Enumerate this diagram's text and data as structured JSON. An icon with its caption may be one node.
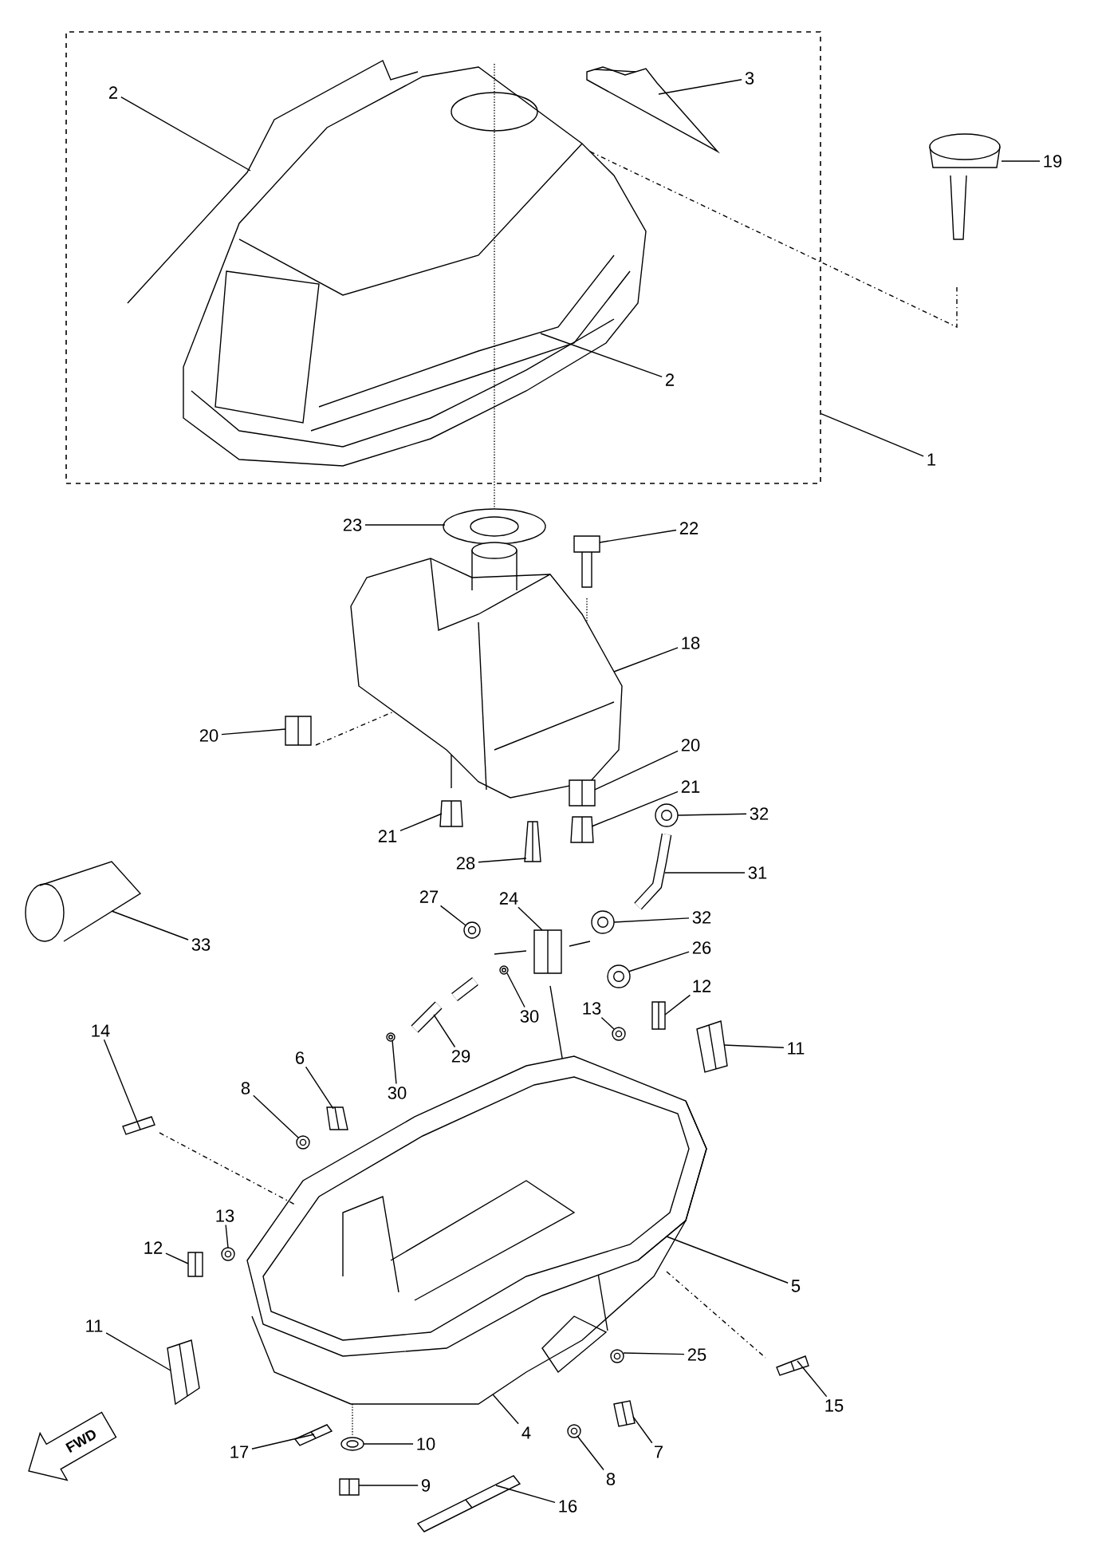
{
  "diagram": {
    "nodes": [
      {
        "text": [],
        "shape": "box"
      },
      {
        "text": [
          "2"
        ],
        "in": 0
      },
      {
        "text": [
          "3"
        ],
        "in": 0
      },
      {
        "text": [
          "19"
        ]
      },
      {
        "text": [
          "2"
        ],
        "in": 0
      },
      {
        "text": [
          "1"
        ]
      },
      {
        "text": [
          "23"
        ]
      },
      {
        "text": [
          "22"
        ]
      },
      {
        "text": [
          "18"
        ]
      },
      {
        "text": [
          "20"
        ]
      },
      {
        "text": [
          "20"
        ]
      },
      {
        "text": [
          "21"
        ]
      },
      {
        "text": [
          "32"
        ]
      },
      {
        "text": [
          "21"
        ]
      },
      {
        "text": [
          "28"
        ]
      },
      {
        "text": [
          "31"
        ]
      },
      {
        "text": [
          "33"
        ]
      },
      {
        "text": [
          "27"
        ]
      },
      {
        "text": [
          "24"
        ]
      },
      {
        "text": [
          "32"
        ]
      },
      {
        "text": [
          "26"
        ]
      },
      {
        "text": [
          "30"
        ]
      },
      {
        "text": [
          "13"
        ]
      },
      {
        "text": [
          "12"
        ]
      },
      {
        "text": [
          "14"
        ]
      },
      {
        "text": [
          "6"
        ]
      },
      {
        "text": [
          "11"
        ]
      },
      {
        "text": [
          "8"
        ]
      },
      {
        "text": [
          "29"
        ]
      },
      {
        "text": [
          "30"
        ]
      },
      {
        "text": [
          "13"
        ]
      },
      {
        "text": [
          "12"
        ]
      },
      {
        "text": [
          "11"
        ]
      },
      {
        "text": [
          "5"
        ]
      },
      {
        "text": [
          "25"
        ]
      },
      {
        "text": [
          "15"
        ]
      },
      {
        "text": [
          "4"
        ]
      },
      {
        "text": [
          "7"
        ]
      },
      {
        "text": [
          "17"
        ]
      },
      {
        "text": [
          "10"
        ]
      },
      {
        "text": [
          "8"
        ]
      },
      {
        "text": [
          "9"
        ]
      },
      {
        "text": [
          "16"
        ]
      },
      {
        "text": [],
        "shape": "picture",
        "in": 0
      },
      {
        "text": [],
        "shape": "picture",
        "in": 0
      },
      {
        "text": [],
        "shape": "picture"
      },
      {
        "text": [],
        "shape": "picture",
        "in": 0
      },
      {
        "text": [],
        "shape": "picture"
      },
      {
        "text": [],
        "shape": "picture"
      },
      {
        "text": [],
        "shape": "picture"
      },
      {
        "text": [],
        "shape": "picture"
      },
      {
        "text": [],
        "shape": "picture"
      },
      {
        "text": [],
        "shape": "picture"
      },
      {
        "text": [],
        "shape": "picture"
      },
      {
        "text": [],
        "shape": "picture"
      },
      {
        "text": [],
        "shape": "picture"
      },
      {
        "text": [],
        "shape": "picture"
      },
      {
        "text": [],
        "shape": "picture"
      },
      {
        "text": [],
        "shape": "picture"
      },
      {
        "text": [],
        "shape": "picture"
      },
      {
        "text": [],
        "shape": "picture"
      },
      {
        "text": [],
        "shape": "picture"
      },
      {
        "text": [],
        "shape": "picture"
      },
      {
        "text": [],
        "shape": "picture"
      },
      {
        "text": [],
        "shape": "picture"
      },
      {
        "text": [],
        "shape": "picture"
      },
      {
        "text": [],
        "shape": "picture"
      },
      {
        "text": [],
        "shape": "picture"
      },
      {
        "text": [],
        "shape": "picture"
      },
      {
        "text": [],
        "shape": "picture"
      },
      {
        "text": [],
        "shape": "picture"
      },
      {
        "text": [],
        "shape": "picture"
      },
      {
        "text": [],
        "shape": "picture"
      },
      {
        "text": [],
        "shape": "picture"
      },
      {
        "text": [],
        "shape": "picture"
      },
      {
        "text": [],
        "shape": "picture"
      },
      {
        "text": [],
        "shape": "picture"
      },
      {
        "text": [],
        "shape": "picture"
      },
      {
        "text": [],
        "shape": "picture"
      },
      {
        "text": [],
        "shape": "picture"
      },
      {
        "text": [],
        "shape": "picture"
      },
      {
        "text": [],
        "shape": "picture"
      },
      {
        "text": [],
        "shape": "picture"
      },
      {
        "text": [],
        "shape": "picture"
      }
    ],
    "edges": [
      {
        "from": 1,
        "to": 43,
        "arrow": "none"
      },
      {
        "from": 2,
        "to": 44,
        "arrow": "none"
      },
      {
        "from": 3,
        "to": 45,
        "arrow": "none"
      },
      {
        "from": 4,
        "to": 46,
        "arrow": "none"
      },
      {
        "from": 5,
        "to": 0,
        "arrow": "none"
      },
      {
        "from": 6,
        "to": 47,
        "arrow": "none"
      },
      {
        "from": 7,
        "to": 48,
        "arrow": "none"
      },
      {
        "from": 8,
        "to": 49,
        "arrow": "none"
      },
      {
        "from": 9,
        "to": 50,
        "arrow": "none"
      },
      {
        "from": 10,
        "to": 51,
        "arrow": "none"
      },
      {
        "from": 11,
        "to": 52,
        "arrow": "none"
      },
      {
        "from": 12,
        "to": 53,
        "arrow": "none"
      },
      {
        "from": 13,
        "to": 54,
        "arrow": "none"
      },
      {
        "from": 14,
        "to": 55,
        "arrow": "none"
      },
      {
        "from": 15,
        "to": 56,
        "arrow": "none"
      },
      {
        "from": 16,
        "to": 57,
        "arrow": "none"
      },
      {
        "from": 17,
        "to": 58,
        "arrow": "none"
      },
      {
        "from": 18,
        "to": 59,
        "arrow": "none"
      },
      {
        "from": 19,
        "to": 60,
        "arrow": "none"
      },
      {
        "from": 20,
        "to": 61,
        "arrow": "none"
      },
      {
        "from": 21,
        "to": 62,
        "arrow": "none"
      },
      {
        "from": 22,
        "to": 63,
        "arrow": "none"
      },
      {
        "from": 23,
        "to": 64,
        "arrow": "none"
      },
      {
        "from": 24,
        "to": 65,
        "arrow": "none"
      },
      {
        "from": 25,
        "to": 66,
        "arrow": "none"
      },
      {
        "from": 26,
        "to": 67,
        "arrow": "none"
      },
      {
        "from": 27,
        "to": 68,
        "arrow": "none"
      },
      {
        "from": 28,
        "to": 69,
        "arrow": "none"
      },
      {
        "from": 29,
        "to": 70,
        "arrow": "none"
      },
      {
        "from": 30,
        "to": 71,
        "arrow": "none"
      },
      {
        "from": 31,
        "to": 72,
        "arrow": "none"
      },
      {
        "from": 32,
        "to": 73,
        "arrow": "none"
      },
      {
        "from": 33,
        "to": 74,
        "arrow": "none"
      },
      {
        "from": 34,
        "to": 75,
        "arrow": "none"
      },
      {
        "from": 35,
        "to": 76,
        "arrow": "none"
      },
      {
        "from": 36,
        "to": 77,
        "arrow": "none"
      },
      {
        "from": 37,
        "to": 78,
        "arrow": "none"
      },
      {
        "from": 38,
        "to": 79,
        "arrow": "none"
      },
      {
        "from": 39,
        "to": 80,
        "arrow": "none"
      },
      {
        "from": 40,
        "to": 81,
        "arrow": "none"
      },
      {
        "from": 41,
        "to": 82,
        "arrow": "none"
      },
      {
        "from": 42,
        "to": 83,
        "arrow": "none"
      }
    ],
    "labels": [
      "FWD"
    ]
  }
}
